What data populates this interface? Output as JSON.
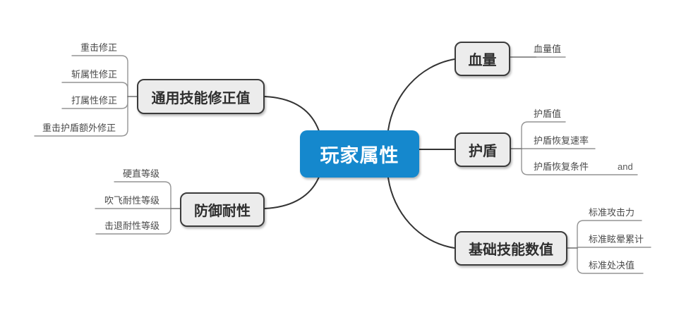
{
  "root": {
    "label": "玩家属性"
  },
  "branches": [
    {
      "label": "通用技能修正值",
      "children": [
        "重击修正",
        "斩属性修正",
        "打属性修正",
        "重击护盾额外修正"
      ]
    },
    {
      "label": "防御耐性",
      "children": [
        "硬直等级",
        "吹飞耐性等级",
        "击退耐性等级"
      ]
    },
    {
      "label": "血量",
      "children": [
        "血量值"
      ]
    },
    {
      "label": "护盾",
      "children": [
        "护盾值",
        "护盾恢复速率",
        "护盾恢复条件"
      ],
      "relationship_label": "and"
    },
    {
      "label": "基础技能数值",
      "children": [
        "标准攻击力",
        "标准眩晕累计",
        "标准处决值"
      ]
    }
  ],
  "colors": {
    "root_fill": "#1588cd",
    "root_text": "#ffffff",
    "topic_fill": "#ececec",
    "topic_border": "#3b3b3b",
    "topic_text": "#2e2e2e",
    "branch_line": "#333333",
    "leaf_line": "#949494",
    "leaf_text": "#4a4a4a"
  }
}
